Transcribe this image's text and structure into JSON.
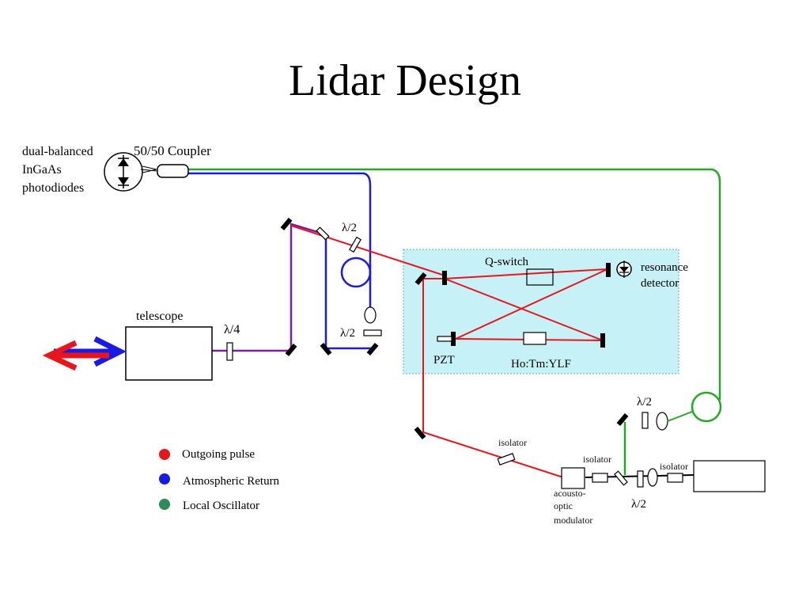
{
  "title": "Lidar Design",
  "labels": {
    "photodiodes_line1": "dual-balanced",
    "photodiodes_line2": "InGaAs",
    "photodiodes_line3": "photodiodes",
    "coupler": "50/50 Coupler",
    "telescope": "telescope",
    "quarter_wave": "λ/4",
    "half_wave": "λ/2",
    "q_switch": "Q-switch",
    "resonance_detector_line1": "resonance",
    "resonance_detector_line2": "detector",
    "pzt": "PZT",
    "laser_crystal": "Ho:Tm:YLF",
    "isolator": "isolator",
    "aom_line1": "acousto-",
    "aom_line2": "optic",
    "aom_line3": "modulator"
  },
  "legend": [
    {
      "label": "Outgoing pulse",
      "color": "#e8151b"
    },
    {
      "label": "Atmospheric Return",
      "color": "#1a1ae6"
    },
    {
      "label": "Local Oscillator",
      "color": "#2e8b57"
    }
  ],
  "colors": {
    "outgoing": "#e8151b",
    "return": "#1a1ae6",
    "local_oscillator": "#22aa22",
    "combined": "#7a1f9a",
    "cavity_fill": "#c6f2f7"
  }
}
